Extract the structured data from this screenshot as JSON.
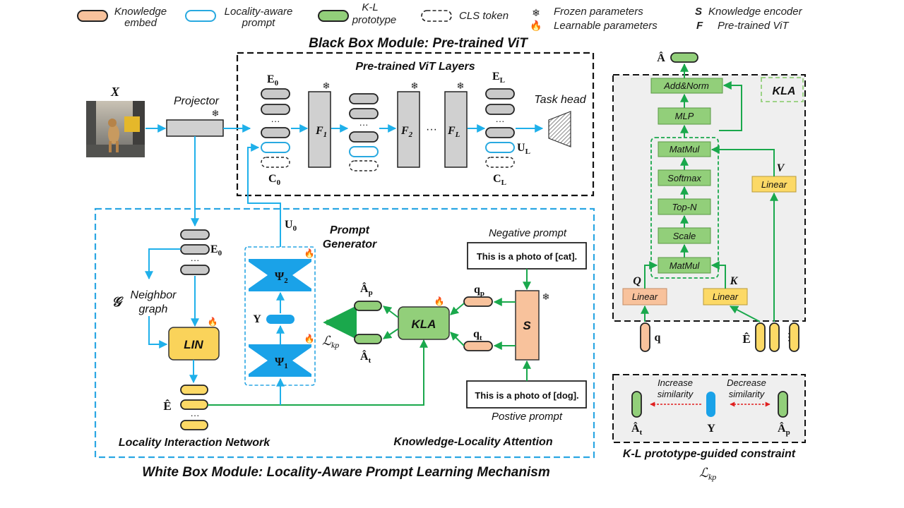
{
  "legend": {
    "knowledge_embed": [
      "Knowledge",
      "embed"
    ],
    "locality_prompt": [
      "Locality-aware",
      "prompt"
    ],
    "kl_prototype": [
      "K-L",
      "prototype"
    ],
    "cls_token": "CLS token",
    "frozen": "Frozen parameters",
    "learnable": "Learnable parameters",
    "s_key": "S",
    "s_desc": "Knowledge encoder",
    "f_key": "F",
    "f_desc": "Pre-trained ViT"
  },
  "black_box": {
    "title": "Black Box Module: Pre-trained ViT",
    "layers_title": "Pre-trained ViT Layers",
    "input_label": "X",
    "projector": "Projector",
    "e0": "E",
    "e0_sub": "0",
    "c0": "C",
    "c0_sub": "0",
    "f1": "F",
    "f1_sub": "1",
    "f2": "F",
    "f2_sub": "2",
    "fl": "F",
    "fl_sub": "L",
    "el": "E",
    "el_sub": "L",
    "cl": "C",
    "cl_sub": "L",
    "ul": "U",
    "ul_sub": "L",
    "task_head": "Task head",
    "ellipsis": "···"
  },
  "white_box": {
    "title": "White Box Module: Locality-Aware Prompt Learning Mechanism",
    "u0": "U",
    "u0_sub": "0",
    "e0": "E",
    "e0_sub": "0",
    "graph_sym": "𝒢",
    "neighbor_graph": [
      "Neighbor",
      "graph"
    ],
    "lin": "LIN",
    "e_hat": "Ê",
    "lin_title": "Locality Interaction Network",
    "prompt_gen": [
      "Prompt",
      "Generator"
    ],
    "psi2": "Ψ",
    "psi2_sub": "2",
    "psi1": "Ψ",
    "psi1_sub": "1",
    "y": "Y",
    "loss": "ℒ",
    "loss_sub": "kp",
    "a_p": "Â",
    "a_p_sub": "p",
    "a_t": "Â",
    "a_t_sub": "t",
    "kla": "KLA",
    "q_p": "q",
    "q_p_sub": "p",
    "q_t": "q",
    "q_t_sub": "t",
    "s": "S",
    "neg_label": "Negative prompt",
    "neg_prompt": "This is a photo of [cat].",
    "pos_prompt": "This is a photo of [dog].",
    "pos_label": "Postive prompt",
    "kla_title": "Knowledge-Locality Attention"
  },
  "kla_detail": {
    "a_hat": "Â",
    "tag": "KLA",
    "add_norm": "Add&Norm",
    "mlp": "MLP",
    "matmul_top": "MatMul",
    "softmax": "Softmax",
    "topn": "Top-N",
    "scale": "Scale",
    "matmul_bottom": "MatMul",
    "v_label": "V",
    "v_linear": "Linear",
    "q_label": "Q",
    "q_linear": "Linear",
    "k_label": "K",
    "k_linear": "Linear",
    "q_input": "q",
    "e_hat": "Ê"
  },
  "constraint": {
    "increase": [
      "Increase",
      "similarity"
    ],
    "decrease": [
      "Decrease",
      "similarity"
    ],
    "a_t": "Â",
    "a_t_sub": "t",
    "y": "Y",
    "a_p": "Â",
    "a_p_sub": "p",
    "title": "K-L prototype-guided constraint",
    "loss": "ℒ",
    "loss_sub": "kp"
  },
  "colors": {
    "knowledge": "#f8c29c",
    "prompt_stroke": "#28a9e0",
    "prototype": "#92cf7a",
    "token_gray": "#c9c9c9",
    "arrow_blue": "#1fb0ea",
    "arrow_green": "#1aa84c",
    "linear_yellow": "#fcd966",
    "dashed_blue": "#2aa6e3",
    "lin_yellow": "#fad35a"
  }
}
